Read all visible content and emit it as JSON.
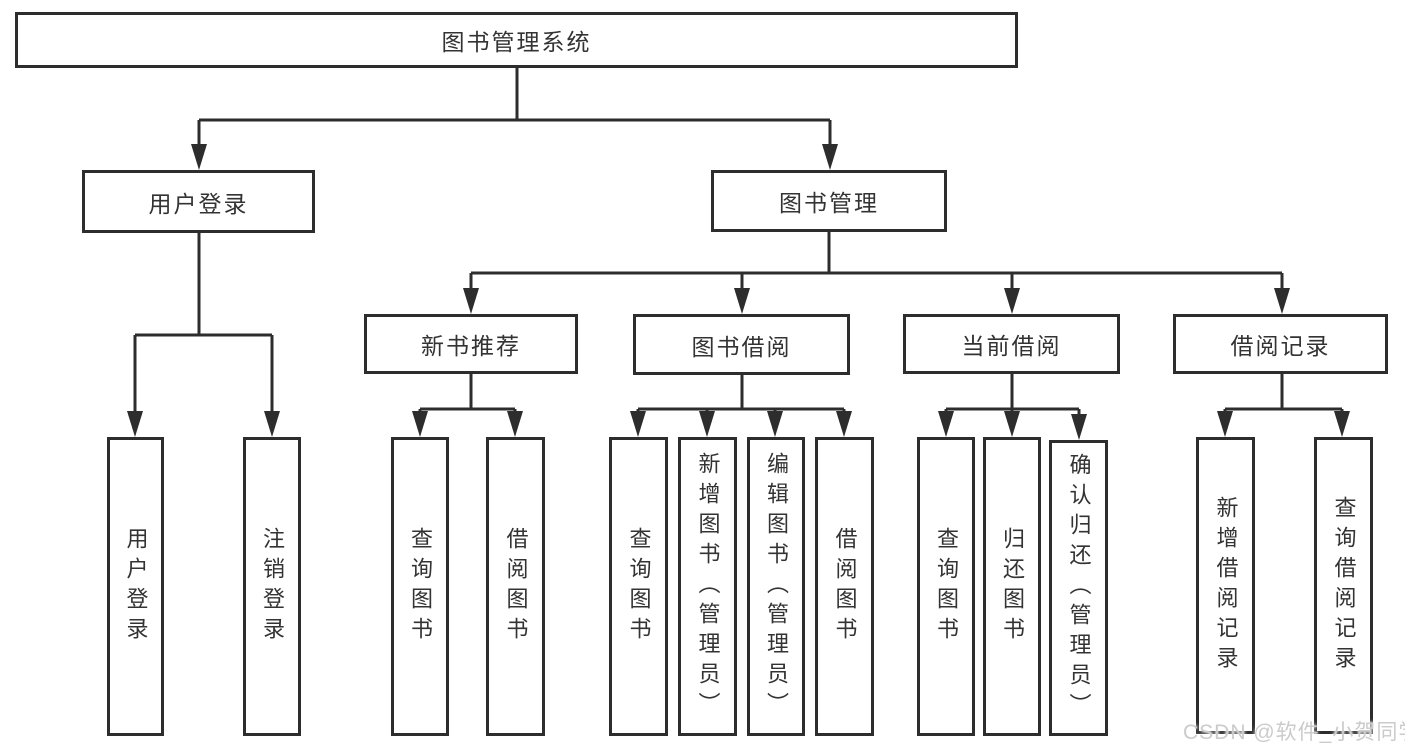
{
  "tree": {
    "root": {
      "label": "图书管理系统"
    },
    "branches": [
      {
        "label": "用户登录",
        "leaves": [
          {
            "label": "用户登录"
          },
          {
            "label": "注销登录"
          }
        ]
      },
      {
        "label": "图书管理",
        "groups": [
          {
            "label": "新书推荐",
            "leaves": [
              {
                "label": "查询图书"
              },
              {
                "label": "借阅图书"
              }
            ]
          },
          {
            "label": "图书借阅",
            "leaves": [
              {
                "label": "查询图书"
              },
              {
                "label": "新增图书（管理员）"
              },
              {
                "label": "编辑图书（管理员）"
              },
              {
                "label": "借阅图书"
              }
            ]
          },
          {
            "label": "当前借阅",
            "leaves": [
              {
                "label": "查询图书"
              },
              {
                "label": "归还图书"
              },
              {
                "label": "确认归还（管理员）"
              }
            ]
          },
          {
            "label": "借阅记录",
            "leaves": [
              {
                "label": "新增借阅记录"
              },
              {
                "label": "查询借阅记录"
              }
            ]
          }
        ]
      }
    ]
  },
  "watermark": {
    "text": "CSDN @软件_小贺同学"
  },
  "colors": {
    "line": "#2d2d2d",
    "text": "#333333",
    "watermark_text": "#cbcbcb",
    "background": "#ffffff"
  }
}
